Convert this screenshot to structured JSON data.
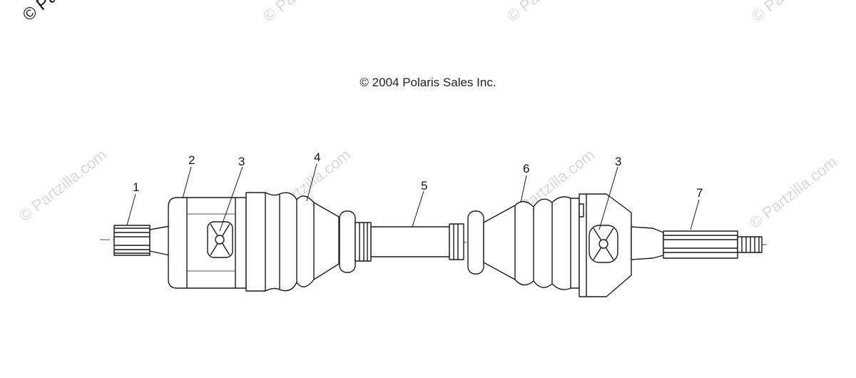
{
  "copyright": "© 2004 Polaris Sales Inc.",
  "watermark": "© Partzilla.com",
  "corner_watermark": "© Partz",
  "callouts": [
    "1",
    "2",
    "3",
    "4",
    "5",
    "6",
    "3",
    "7"
  ],
  "colors": {
    "line": "#1a1a1a",
    "watermark": "#d9d9d9",
    "background": "#ffffff"
  }
}
